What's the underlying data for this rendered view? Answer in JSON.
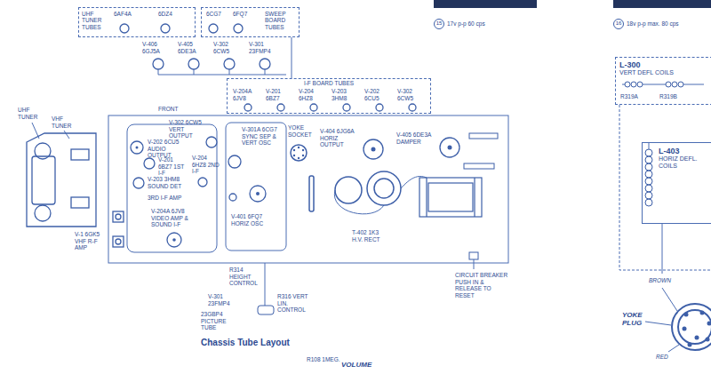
{
  "diagram": {
    "caption": "Chassis Tube Layout",
    "nodes": [
      {
        "text": [
          "UHF TUNER TUBES"
        ]
      },
      {
        "text": [
          "SWEEP BOARD TUBES"
        ]
      },
      {
        "text": [
          "I-F BOARD TUBES"
        ]
      },
      {
        "text": [
          "L-300",
          "VERT DEFL COILS"
        ]
      },
      {
        "text": [
          "L-403",
          "HORIZ DEFL. COILS"
        ]
      }
    ],
    "edges": [
      {
        "from": 1,
        "to": 2,
        "arrow": "none"
      }
    ],
    "labels": [
      "FRONT",
      "V-302 6CW5 VERT OUTPUT",
      "V-202 6CU5 AUDIO OUTPUT",
      "V-201 6BZ7 1ST I-F",
      "V-204 6HZ8 2ND I-F",
      "V-203 3HM8 SOUND DET",
      "3RD I-F AMP",
      "V-204A 6JV8 VIDEO AMP & SOUND I-F",
      "V-301A 6CG7 SYNC SEP & VERT OSC",
      "V-401 6FQ7 HORIZ OSC",
      "YOKE SOCKET",
      "V-404 6JG6A HORIZ OUTPUT",
      "V-405 6DE3A DAMPER",
      "T-402 1K3 H.V. RECT",
      "CIRCUIT BREAKER PUSH IN & RELEASE TO RESET",
      "R314 HEIGHT CONTROL",
      "R316 VERT LIN. CONTROL",
      "V-301 23FMP4",
      "23GBP4 PICTURE TUBE",
      "R108 1MEG.",
      "VOLUME",
      "UHF TUNER",
      "VHF TUNER",
      "V-1 6GK5 VHF R-F AMP",
      "15",
      "17v p-p 60 cps",
      "16",
      "18v p-p max. 80 cps",
      "R319A",
      "R319B",
      "BROWN",
      "YOKE PLUG",
      "RED",
      "6AF4A",
      "6DZ4",
      "6CG7",
      "6FQ7",
      "V-406 6GJ5A",
      "V-405 6DE3A",
      "V-302 6CW5",
      "V-301 23FMP4",
      "V-204A 6JV8",
      "V-201 6BZ7",
      "V-204 6HZ8",
      "V-203 3HM8",
      "V-202 6CU5",
      "V-302 6CW5"
    ]
  }
}
